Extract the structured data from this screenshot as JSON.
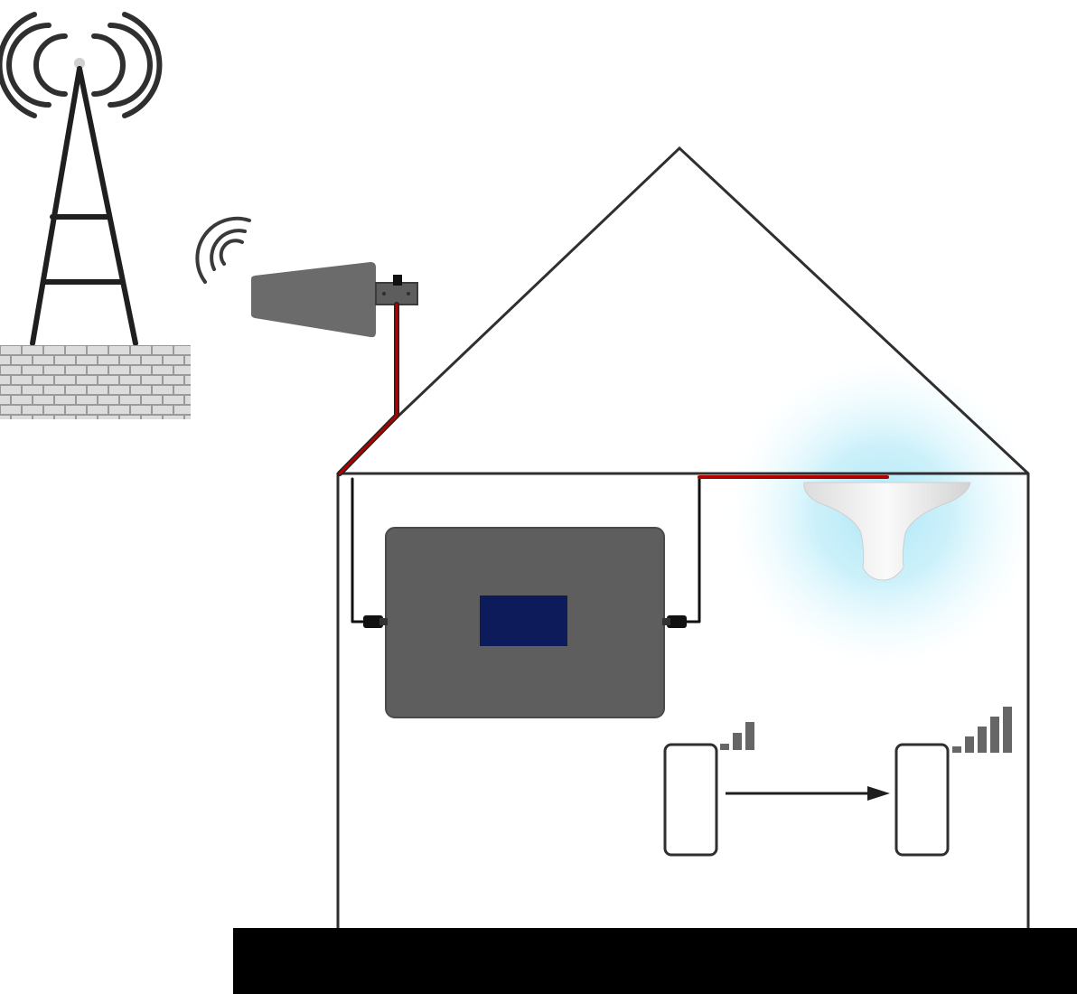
{
  "colors": {
    "background": "#ffffff",
    "outline": "#2f2f2f",
    "cable_red": "#b00000",
    "cable_black": "#111111",
    "booster_body": "#5e5e5e",
    "booster_border": "#4a4a4a",
    "booster_screen": "#0d1b5a",
    "outdoor_antenna": "#6b6b6b",
    "wall_brick": "#dcdcdc",
    "wall_mortar": "#9a9a9a",
    "ground": "#000000",
    "glow": "#a9e6f7",
    "ceiling_antenna": "#f1f1f1",
    "signal_bars": "#666666"
  },
  "icons": {
    "tower": "cell-tower-icon",
    "outdoor_antenna": "outdoor-antenna-icon",
    "booster": "signal-booster-icon",
    "indoor_antenna": "ceiling-antenna-icon",
    "phone_before": "phone-icon",
    "phone_after": "phone-icon",
    "arrow": "arrow-right-icon"
  },
  "signal_levels": {
    "before_bars": 3,
    "after_bars": 5,
    "max_bars": 5
  }
}
